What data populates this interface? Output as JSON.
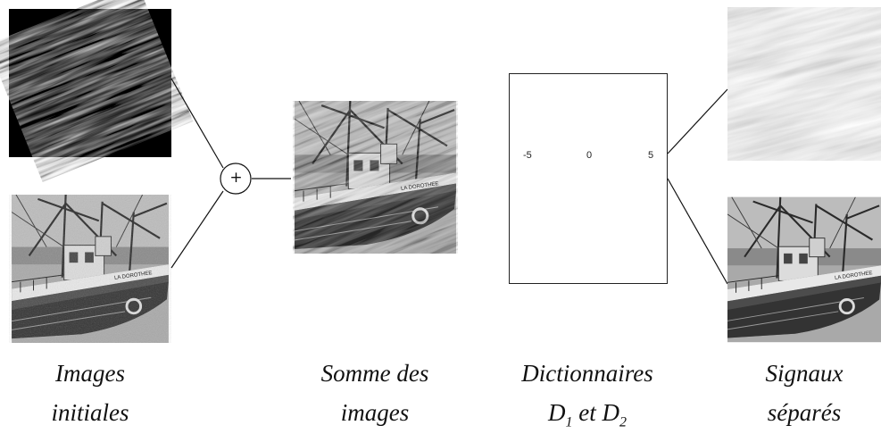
{
  "captions": {
    "initial": [
      "Images",
      "initiales"
    ],
    "sum": [
      "Somme des",
      "images"
    ],
    "dict_line1": "Dictionnaires",
    "dict_line2_D1": "D",
    "dict_line2_sub1": "1",
    "dict_line2_mid": " et D",
    "dict_line2_sub2": "2",
    "separated": [
      "Signaux",
      "séparés"
    ]
  },
  "plus_symbol": "+",
  "boat_marking": "LA DOROTHEE",
  "wavelet_plot": {
    "x_ticks": [
      "-5",
      "0",
      "5"
    ],
    "xlim": [
      -5,
      5
    ],
    "ylim": [
      -0.5,
      1.5
    ],
    "curve_color": "#3a7abf"
  },
  "colors": {
    "line": "#111111",
    "plot_grid": "#555555"
  }
}
